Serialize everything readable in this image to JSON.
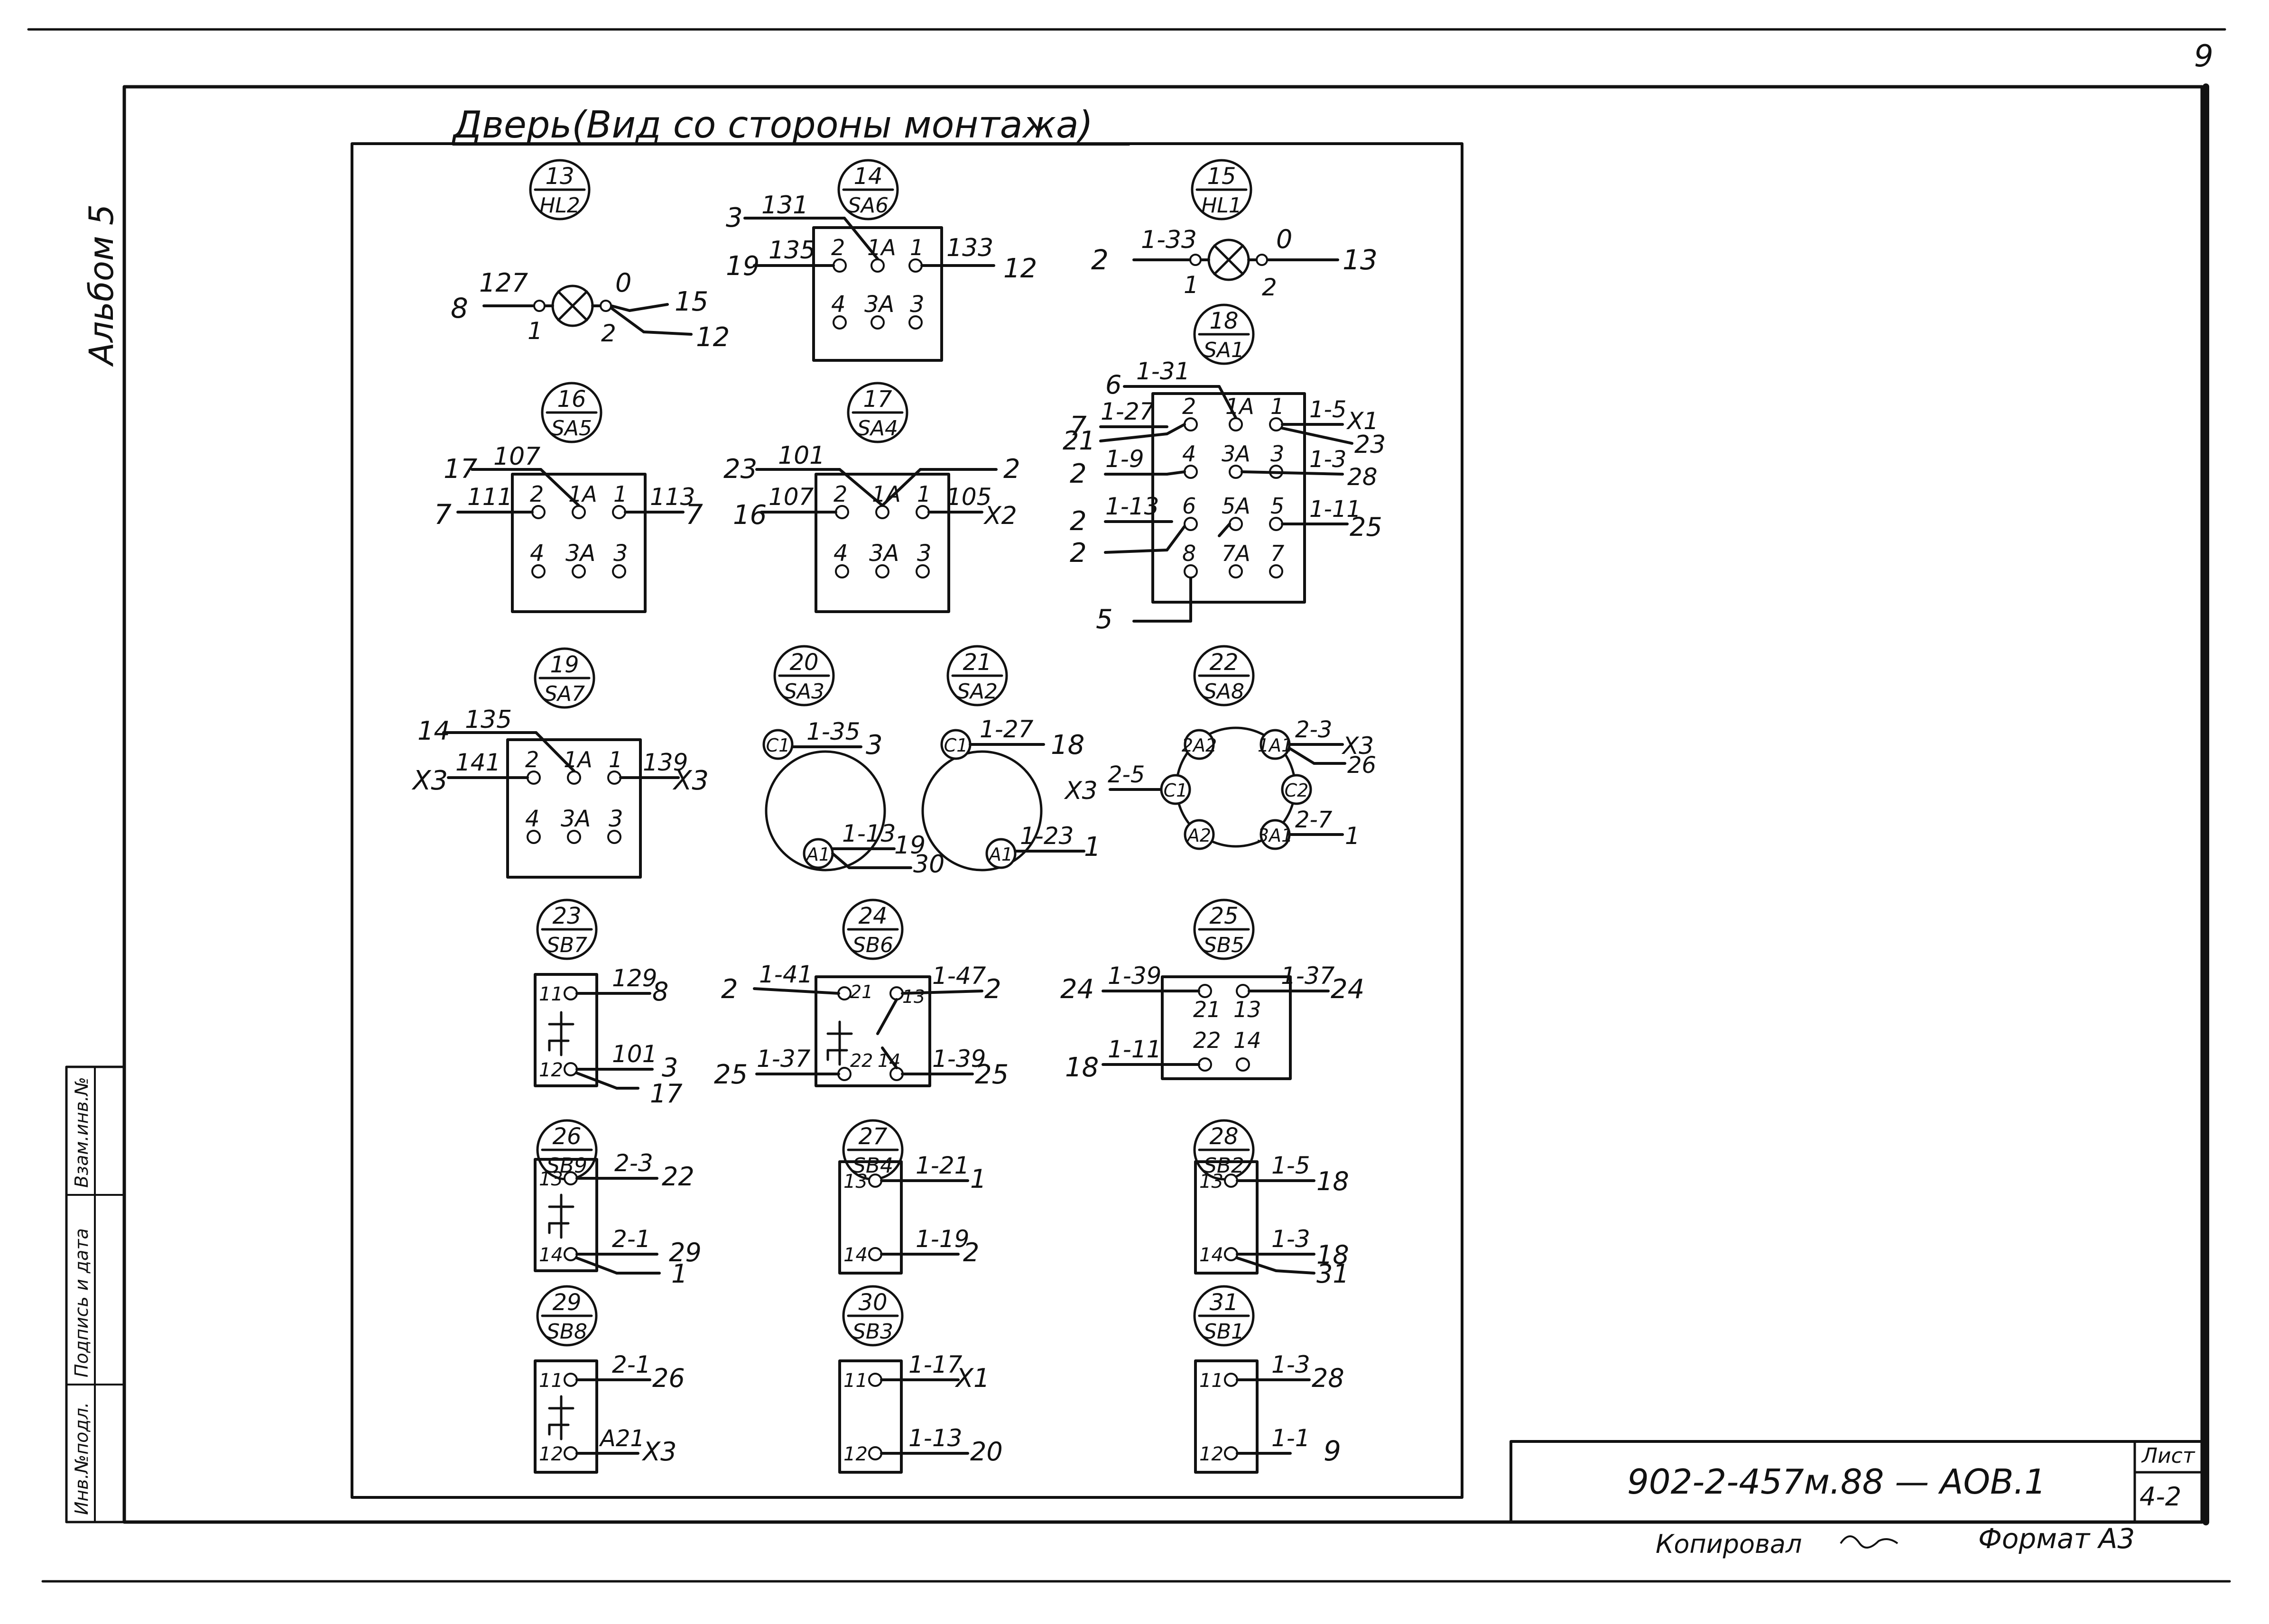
{
  "page": {
    "sheet_mark": "9"
  },
  "album": "Альбом 5",
  "title": "Дверь(Вид со стороны монтажа)",
  "side_stamp": [
    "Инв.№подл.",
    "Подпись и дата",
    "Взам.инв.№"
  ],
  "stamp": {
    "code": "902-2-457м.88 — АОВ.1",
    "sheet_label": "Лист",
    "sheet_num": "4-2",
    "copied": "Копировал",
    "format": "Формат А3"
  },
  "devices": [
    {
      "key": "d13",
      "num": "13",
      "id": "HL2"
    },
    {
      "key": "d14",
      "num": "14",
      "id": "SA6"
    },
    {
      "key": "d15",
      "num": "15",
      "id": "HL1"
    },
    {
      "key": "d16",
      "num": "16",
      "id": "SA5"
    },
    {
      "key": "d17",
      "num": "17",
      "id": "SA4"
    },
    {
      "key": "d18",
      "num": "18",
      "id": "SA1"
    },
    {
      "key": "d19",
      "num": "19",
      "id": "SA7"
    },
    {
      "key": "d20",
      "num": "20",
      "id": "SA3"
    },
    {
      "key": "d21",
      "num": "21",
      "id": "SA2"
    },
    {
      "key": "d22",
      "num": "22",
      "id": "SA8"
    },
    {
      "key": "d23",
      "num": "23",
      "id": "SB7"
    },
    {
      "key": "d24",
      "num": "24",
      "id": "SB6"
    },
    {
      "key": "d25",
      "num": "25",
      "id": "SB5"
    },
    {
      "key": "d26",
      "num": "26",
      "id": "SB9"
    },
    {
      "key": "d27",
      "num": "27",
      "id": "SB4"
    },
    {
      "key": "d28",
      "num": "28",
      "id": "SB2"
    },
    {
      "key": "d29",
      "num": "29",
      "id": "SB8"
    },
    {
      "key": "d30",
      "num": "30",
      "id": "SB3"
    },
    {
      "key": "d31",
      "num": "31",
      "id": "SB1"
    }
  ],
  "labels": {
    "d13": [
      "8",
      "127",
      "1",
      "0",
      "2",
      "15",
      "12"
    ],
    "d14": [
      "3",
      "131",
      "19",
      "135",
      "2",
      "1A",
      "1",
      "133",
      "12",
      "4",
      "3A",
      "3"
    ],
    "d15": [
      "2",
      "1-33",
      "1",
      "0",
      "2",
      "13"
    ],
    "d16": [
      "17",
      "107",
      "7",
      "111",
      "2",
      "1A",
      "1",
      "113",
      "7",
      "4",
      "3A",
      "3"
    ],
    "d17": [
      "23",
      "101",
      "2",
      "16",
      "107",
      "2",
      "1A",
      "1",
      "105",
      "X2",
      "4",
      "3A",
      "3"
    ],
    "d18": [
      "6",
      "1-31",
      "7",
      "1-27",
      "21",
      "2",
      "1A",
      "1",
      "1-5",
      "X1",
      "23",
      "2",
      "1-9",
      "4",
      "3A",
      "3",
      "1-3",
      "28",
      "2",
      "1-13",
      "6",
      "5A",
      "5",
      "1-11",
      "25",
      "2",
      "8",
      "7A",
      "7",
      "5"
    ],
    "d19": [
      "14",
      "135",
      "X3",
      "141",
      "2",
      "1A",
      "1",
      "139",
      "X3",
      "4",
      "3A",
      "3"
    ],
    "d20": [
      "C1",
      "1-35",
      "3",
      "A1",
      "1-13",
      "19",
      "30"
    ],
    "d21": [
      "C1",
      "1-27",
      "18",
      "A1",
      "1-23",
      "1"
    ],
    "d22": [
      "2A2",
      "1A1",
      "2-3",
      "X3",
      "26",
      "X3",
      "2-5",
      "C1",
      "C2",
      "A2",
      "3A1",
      "2-7",
      "1"
    ],
    "d23": [
      "11",
      "129",
      "8",
      "12",
      "101",
      "3",
      "17"
    ],
    "d24": [
      "2",
      "1-41",
      "21",
      "13",
      "1-47",
      "2",
      "25",
      "1-37",
      "22",
      "14",
      "1-39",
      "25"
    ],
    "d25": [
      "24",
      "1-39",
      "21",
      "13",
      "1-37",
      "24",
      "18",
      "1-11",
      "22",
      "14"
    ],
    "d26": [
      "13",
      "2-3",
      "22",
      "14",
      "2-1",
      "29",
      "1"
    ],
    "d27": [
      "13",
      "1-21",
      "1",
      "14",
      "1-19",
      "2"
    ],
    "d28": [
      "13",
      "1-5",
      "18",
      "14",
      "1-3",
      "18",
      "31"
    ],
    "d29": [
      "11",
      "2-1",
      "26",
      "12",
      "A21",
      "X3"
    ],
    "d30": [
      "11",
      "1-17",
      "X1",
      "12",
      "1-13",
      "20"
    ],
    "d31": [
      "11",
      "1-3",
      "28",
      "12",
      "1-1",
      "9"
    ]
  }
}
